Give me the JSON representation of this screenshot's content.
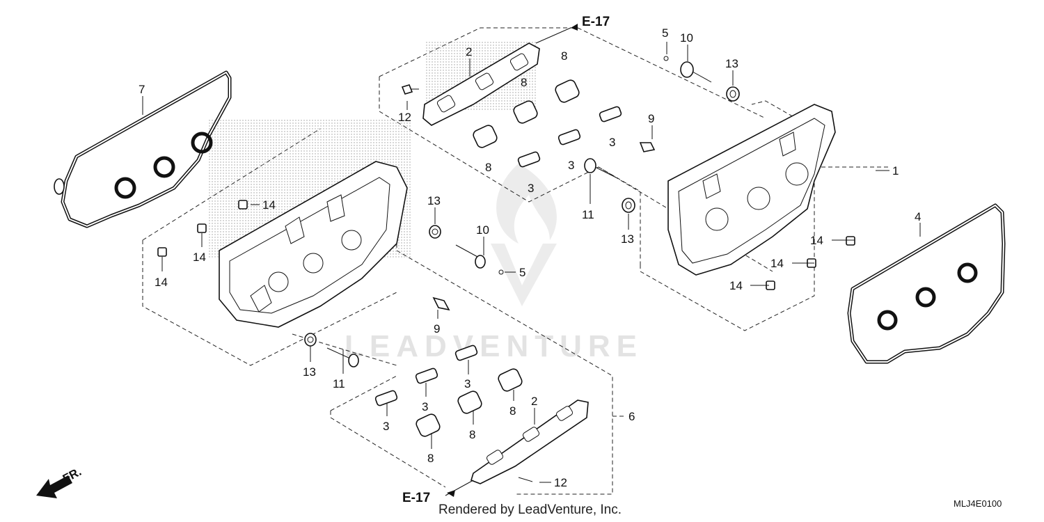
{
  "diagram": {
    "references": {
      "top": "E-17",
      "bottom": "E-17"
    },
    "direction_label": "FR.",
    "credit": "Rendered by LeadVenture, Inc.",
    "drawing_code": "MLJ4E0100",
    "watermark": "LEADVENTURE",
    "callouts": [
      {
        "id": "c7",
        "number": "7"
      },
      {
        "id": "c2a",
        "number": "2"
      },
      {
        "id": "c12a",
        "number": "12"
      },
      {
        "id": "c8a",
        "number": "8"
      },
      {
        "id": "c8b",
        "number": "8"
      },
      {
        "id": "c8c",
        "number": "8"
      },
      {
        "id": "c3a",
        "number": "3"
      },
      {
        "id": "c3b",
        "number": "3"
      },
      {
        "id": "c3c",
        "number": "3"
      },
      {
        "id": "c9a",
        "number": "9"
      },
      {
        "id": "c5a",
        "number": "5"
      },
      {
        "id": "c10a",
        "number": "10"
      },
      {
        "id": "c13a",
        "number": "13"
      },
      {
        "id": "c1",
        "number": "1"
      },
      {
        "id": "c11a",
        "number": "11"
      },
      {
        "id": "c13b",
        "number": "13"
      },
      {
        "id": "c4",
        "number": "4"
      },
      {
        "id": "c14a",
        "number": "14"
      },
      {
        "id": "c14b",
        "number": "14"
      },
      {
        "id": "c14c",
        "number": "14"
      },
      {
        "id": "c14d",
        "number": "14"
      },
      {
        "id": "c14e",
        "number": "14"
      },
      {
        "id": "c14f",
        "number": "14"
      },
      {
        "id": "c13c",
        "number": "13"
      },
      {
        "id": "c10b",
        "number": "10"
      },
      {
        "id": "c5b",
        "number": "5"
      },
      {
        "id": "c9b",
        "number": "9"
      },
      {
        "id": "c13d",
        "number": "13"
      },
      {
        "id": "c11b",
        "number": "11"
      },
      {
        "id": "c6",
        "number": "6"
      },
      {
        "id": "c3d",
        "number": "3"
      },
      {
        "id": "c3e",
        "number": "3"
      },
      {
        "id": "c3f",
        "number": "3"
      },
      {
        "id": "c8d",
        "number": "8"
      },
      {
        "id": "c8e",
        "number": "8"
      },
      {
        "id": "c8f",
        "number": "8"
      },
      {
        "id": "c2b",
        "number": "2"
      },
      {
        "id": "c12b",
        "number": "12"
      }
    ]
  }
}
